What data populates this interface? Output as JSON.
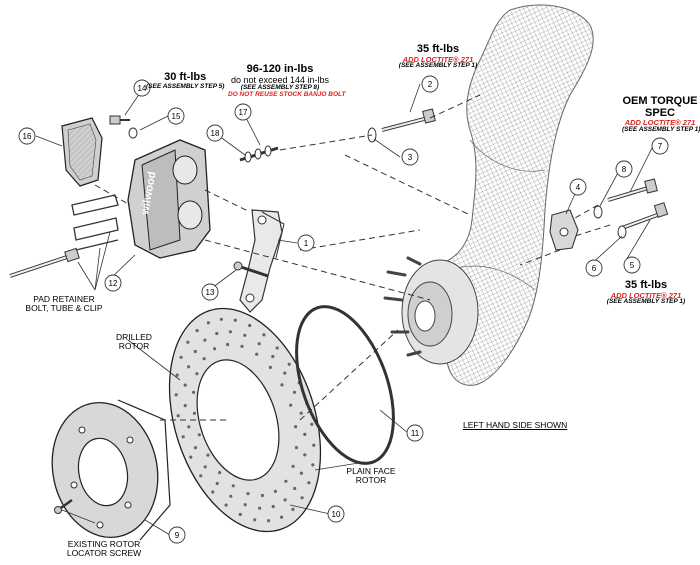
{
  "colors": {
    "red": "#e02020",
    "line": "#333333",
    "mesh": "#9a9a9a",
    "part": "#d6d6d6"
  },
  "callouts": [
    "1",
    "2",
    "3",
    "4",
    "5",
    "6",
    "7",
    "8",
    "9",
    "10",
    "11",
    "12",
    "13",
    "14",
    "15",
    "16",
    "17",
    "18"
  ],
  "torque_30": {
    "value": "30 ft-lbs",
    "note": "(SEE ASSEMBLY STEP 5)"
  },
  "torque_96": {
    "value": "96-120 in-lbs",
    "line2": "do not exceed 144 in-lbs",
    "note": "(SEE ASSEMBLY STEP 8)",
    "warning": "DO NOT REUSE STOCK BANJO BOLT"
  },
  "torque_35_top": {
    "value": "35 ft-lbs",
    "loctite": "ADD LOCTITE® 271",
    "note": "(SEE ASSEMBLY STEP 1)"
  },
  "oem_torque": {
    "line1": "OEM TORQUE",
    "line2": "SPEC",
    "loctite": "ADD LOCTITE® 271",
    "note": "(SEE ASSEMBLY STEP 1)"
  },
  "torque_35_bottom": {
    "value": "35 ft-lbs",
    "loctite": "ADD LOCTITE® 271",
    "note": "(SEE ASSEMBLY STEP 1)"
  },
  "labels": {
    "pad_retainer_1": "PAD RETAINER",
    "pad_retainer_2": "BOLT, TUBE & CLIP",
    "drilled_1": "DRILLED",
    "drilled_2": "ROTOR",
    "plain_1": "PLAIN FACE",
    "plain_2": "ROTOR",
    "locator_1": "EXISTING ROTOR",
    "locator_2": "LOCATOR SCREW",
    "side_note": "LEFT HAND SIDE SHOWN"
  }
}
